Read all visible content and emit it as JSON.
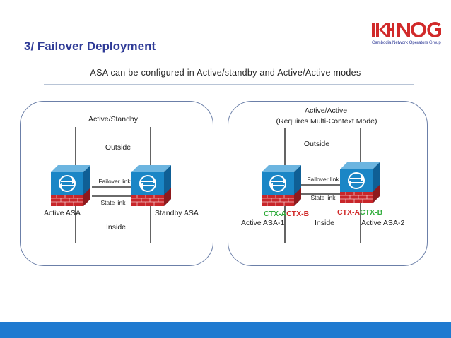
{
  "slide": {
    "title": "3/ Failover Deployment",
    "subtitle": "ASA can be configured in Active/standby and Active/Active modes"
  },
  "logo": {
    "org_name": "Cambodia Network Operators Group",
    "colors": {
      "primary": "#d12a2a",
      "secondary": "#2f3b97"
    }
  },
  "left_panel": {
    "mode": "Active/Standby",
    "outside": "Outside",
    "inside": "Inside",
    "failover_link": "Failover link",
    "state_link": "State link",
    "device_a": "Active ASA",
    "device_b": "Standby ASA"
  },
  "right_panel": {
    "mode": "Active/Active",
    "mode_note": "(Requires Multi-Context Mode)",
    "outside": "Outside",
    "inside": "Inside",
    "failover_link": "Failover link",
    "state_link": "State link",
    "device_a": "Active ASA-1",
    "device_b": "Active ASA-2",
    "device_a_contexts": [
      "CTX-A",
      "CTX-B"
    ],
    "device_b_contexts": [
      "CTX-A",
      "CTX-B"
    ]
  },
  "colors": {
    "title": "#2f3b97",
    "footer": "#1f7ad0",
    "device_body": "#1a86c6",
    "firewall_red": "#c8262a",
    "context_active": "#2eab3a",
    "context_standby": "#d12a2a"
  }
}
